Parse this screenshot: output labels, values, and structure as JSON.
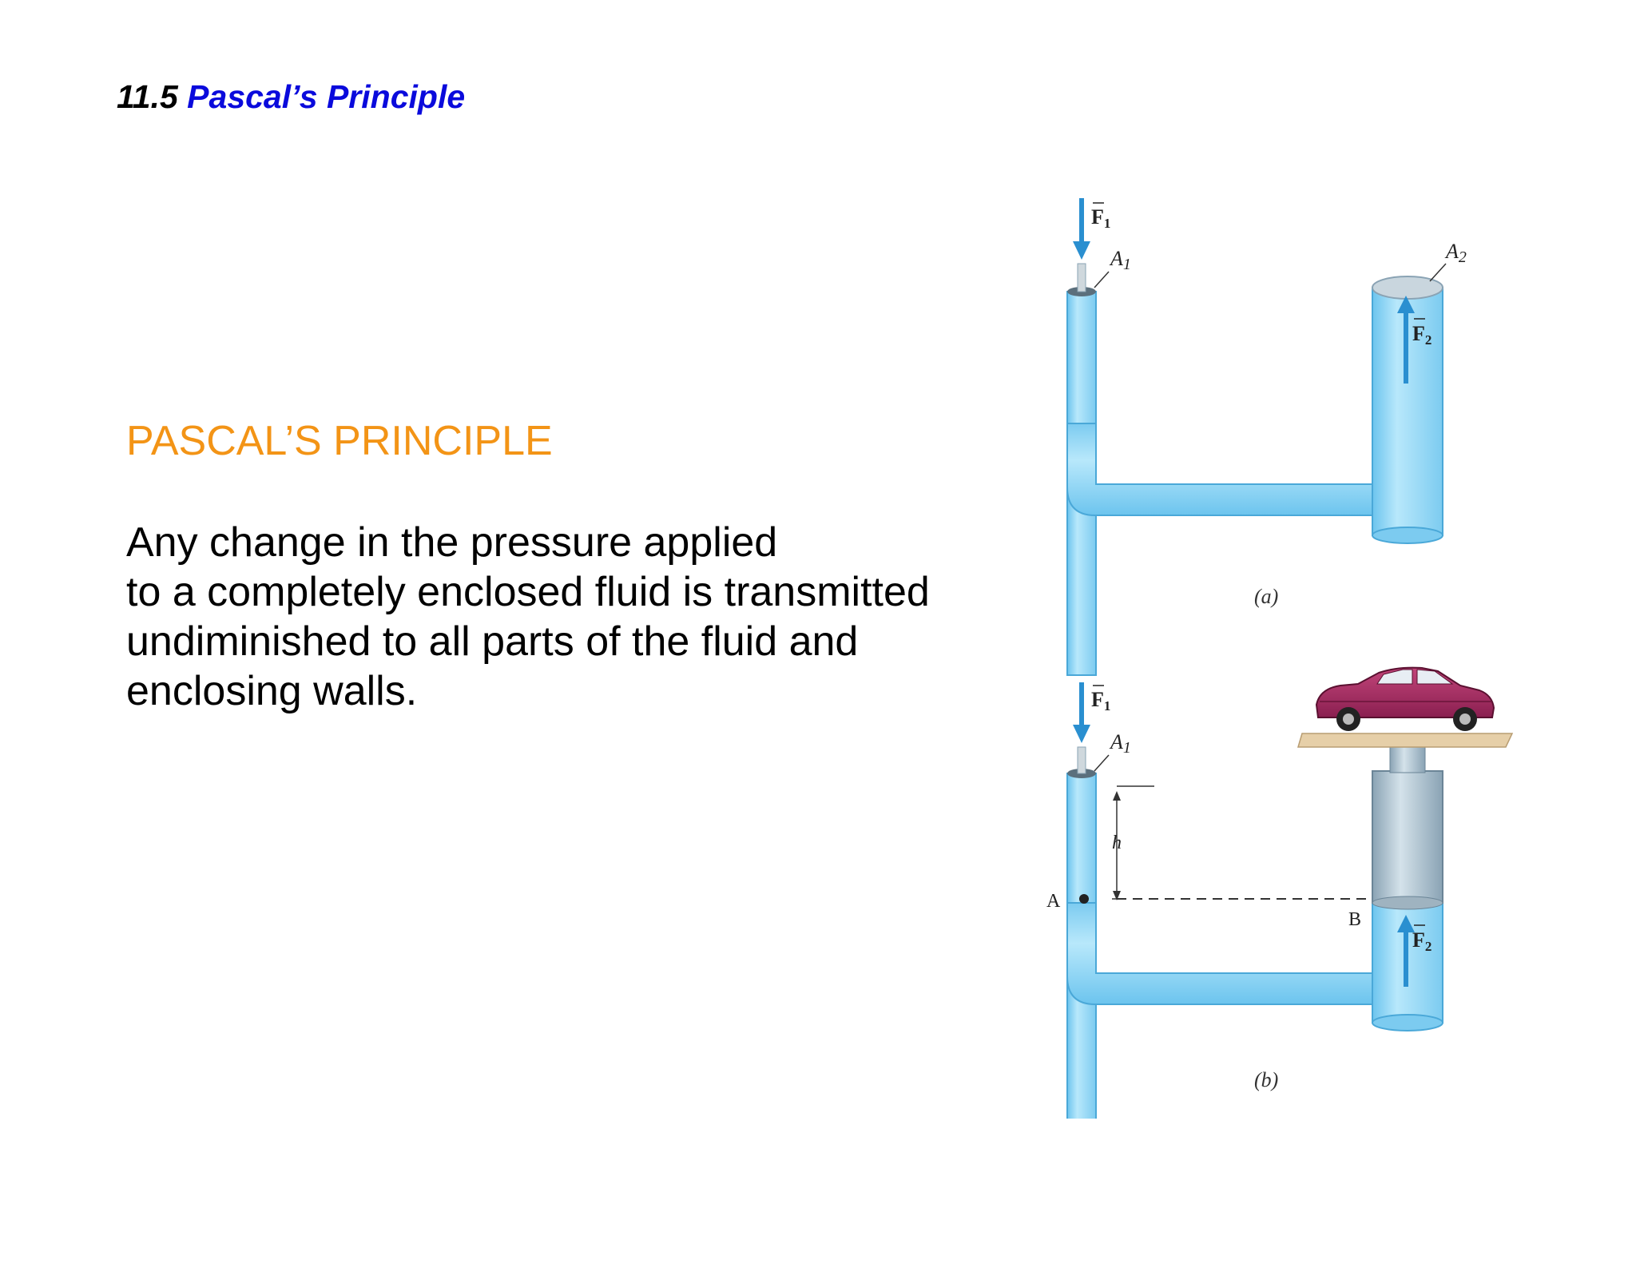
{
  "heading": {
    "number": "11.5",
    "title": "Pascal’s Principle"
  },
  "principle": {
    "title": "PASCAL’S PRINCIPLE",
    "lines": [
      "Any change in the pressure applied",
      "to a completely enclosed fluid is transmitted",
      "undiminished to all parts of the fluid and",
      "enclosing walls."
    ]
  },
  "figure_a": {
    "force1_label": "F",
    "force1_sub": "1",
    "area1_label": "A",
    "area1_sub": "1",
    "area2_label": "A",
    "area2_sub": "2",
    "force2_label": "F",
    "force2_sub": "2",
    "caption": "(a)"
  },
  "figure_b": {
    "force1_label": "F",
    "force1_sub": "1",
    "area1_label": "A",
    "area1_sub": "1",
    "height_label": "h",
    "point_a_label": "A",
    "point_b_label": "B",
    "force2_label": "F",
    "force2_sub": "2",
    "caption": "(b)"
  },
  "colors": {
    "heading_title": "#0a0adc",
    "principle_title": "#f39416",
    "fluid": "#8fd6f5",
    "fluid_edge": "#4aa8d8",
    "arrow": "#2a8fd0"
  }
}
